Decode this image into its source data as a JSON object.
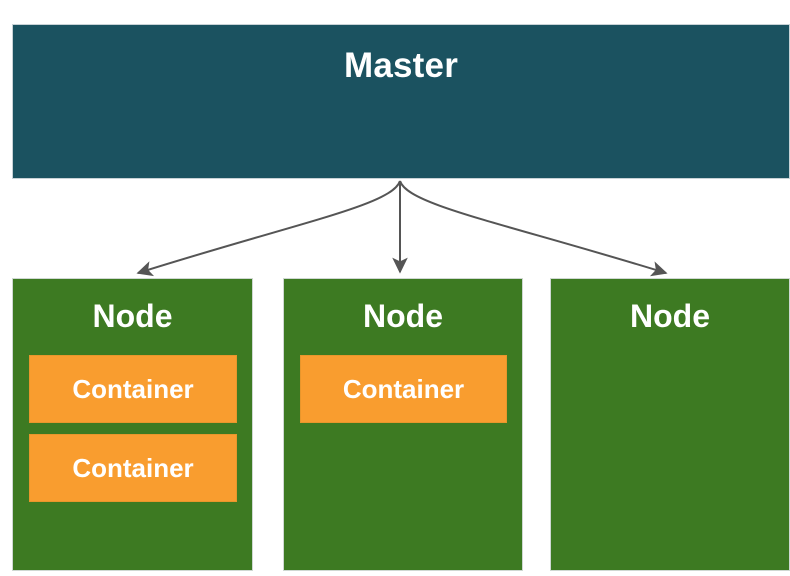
{
  "diagram": {
    "title": "Master",
    "type": "cluster-architecture-diagram",
    "colors": {
      "master_fill": "#1b5260",
      "node_fill": "#3d7a22",
      "container_fill": "#f99d2f",
      "text": "#ffffff",
      "arrow": "#555555",
      "background": "#ffffff"
    },
    "master": {
      "label": "Master"
    },
    "nodes": [
      {
        "label": "Node",
        "containers": [
          {
            "label": "Container"
          },
          {
            "label": "Container"
          }
        ]
      },
      {
        "label": "Node",
        "containers": [
          {
            "label": "Container"
          }
        ]
      },
      {
        "label": "Node",
        "containers": []
      }
    ],
    "arrows": [
      {
        "name": "master-to-node-1",
        "from": "Master",
        "to": "Node 1"
      },
      {
        "name": "master-to-node-2",
        "from": "Master",
        "to": "Node 2"
      },
      {
        "name": "master-to-node-3",
        "from": "Master",
        "to": "Node 3"
      }
    ]
  }
}
